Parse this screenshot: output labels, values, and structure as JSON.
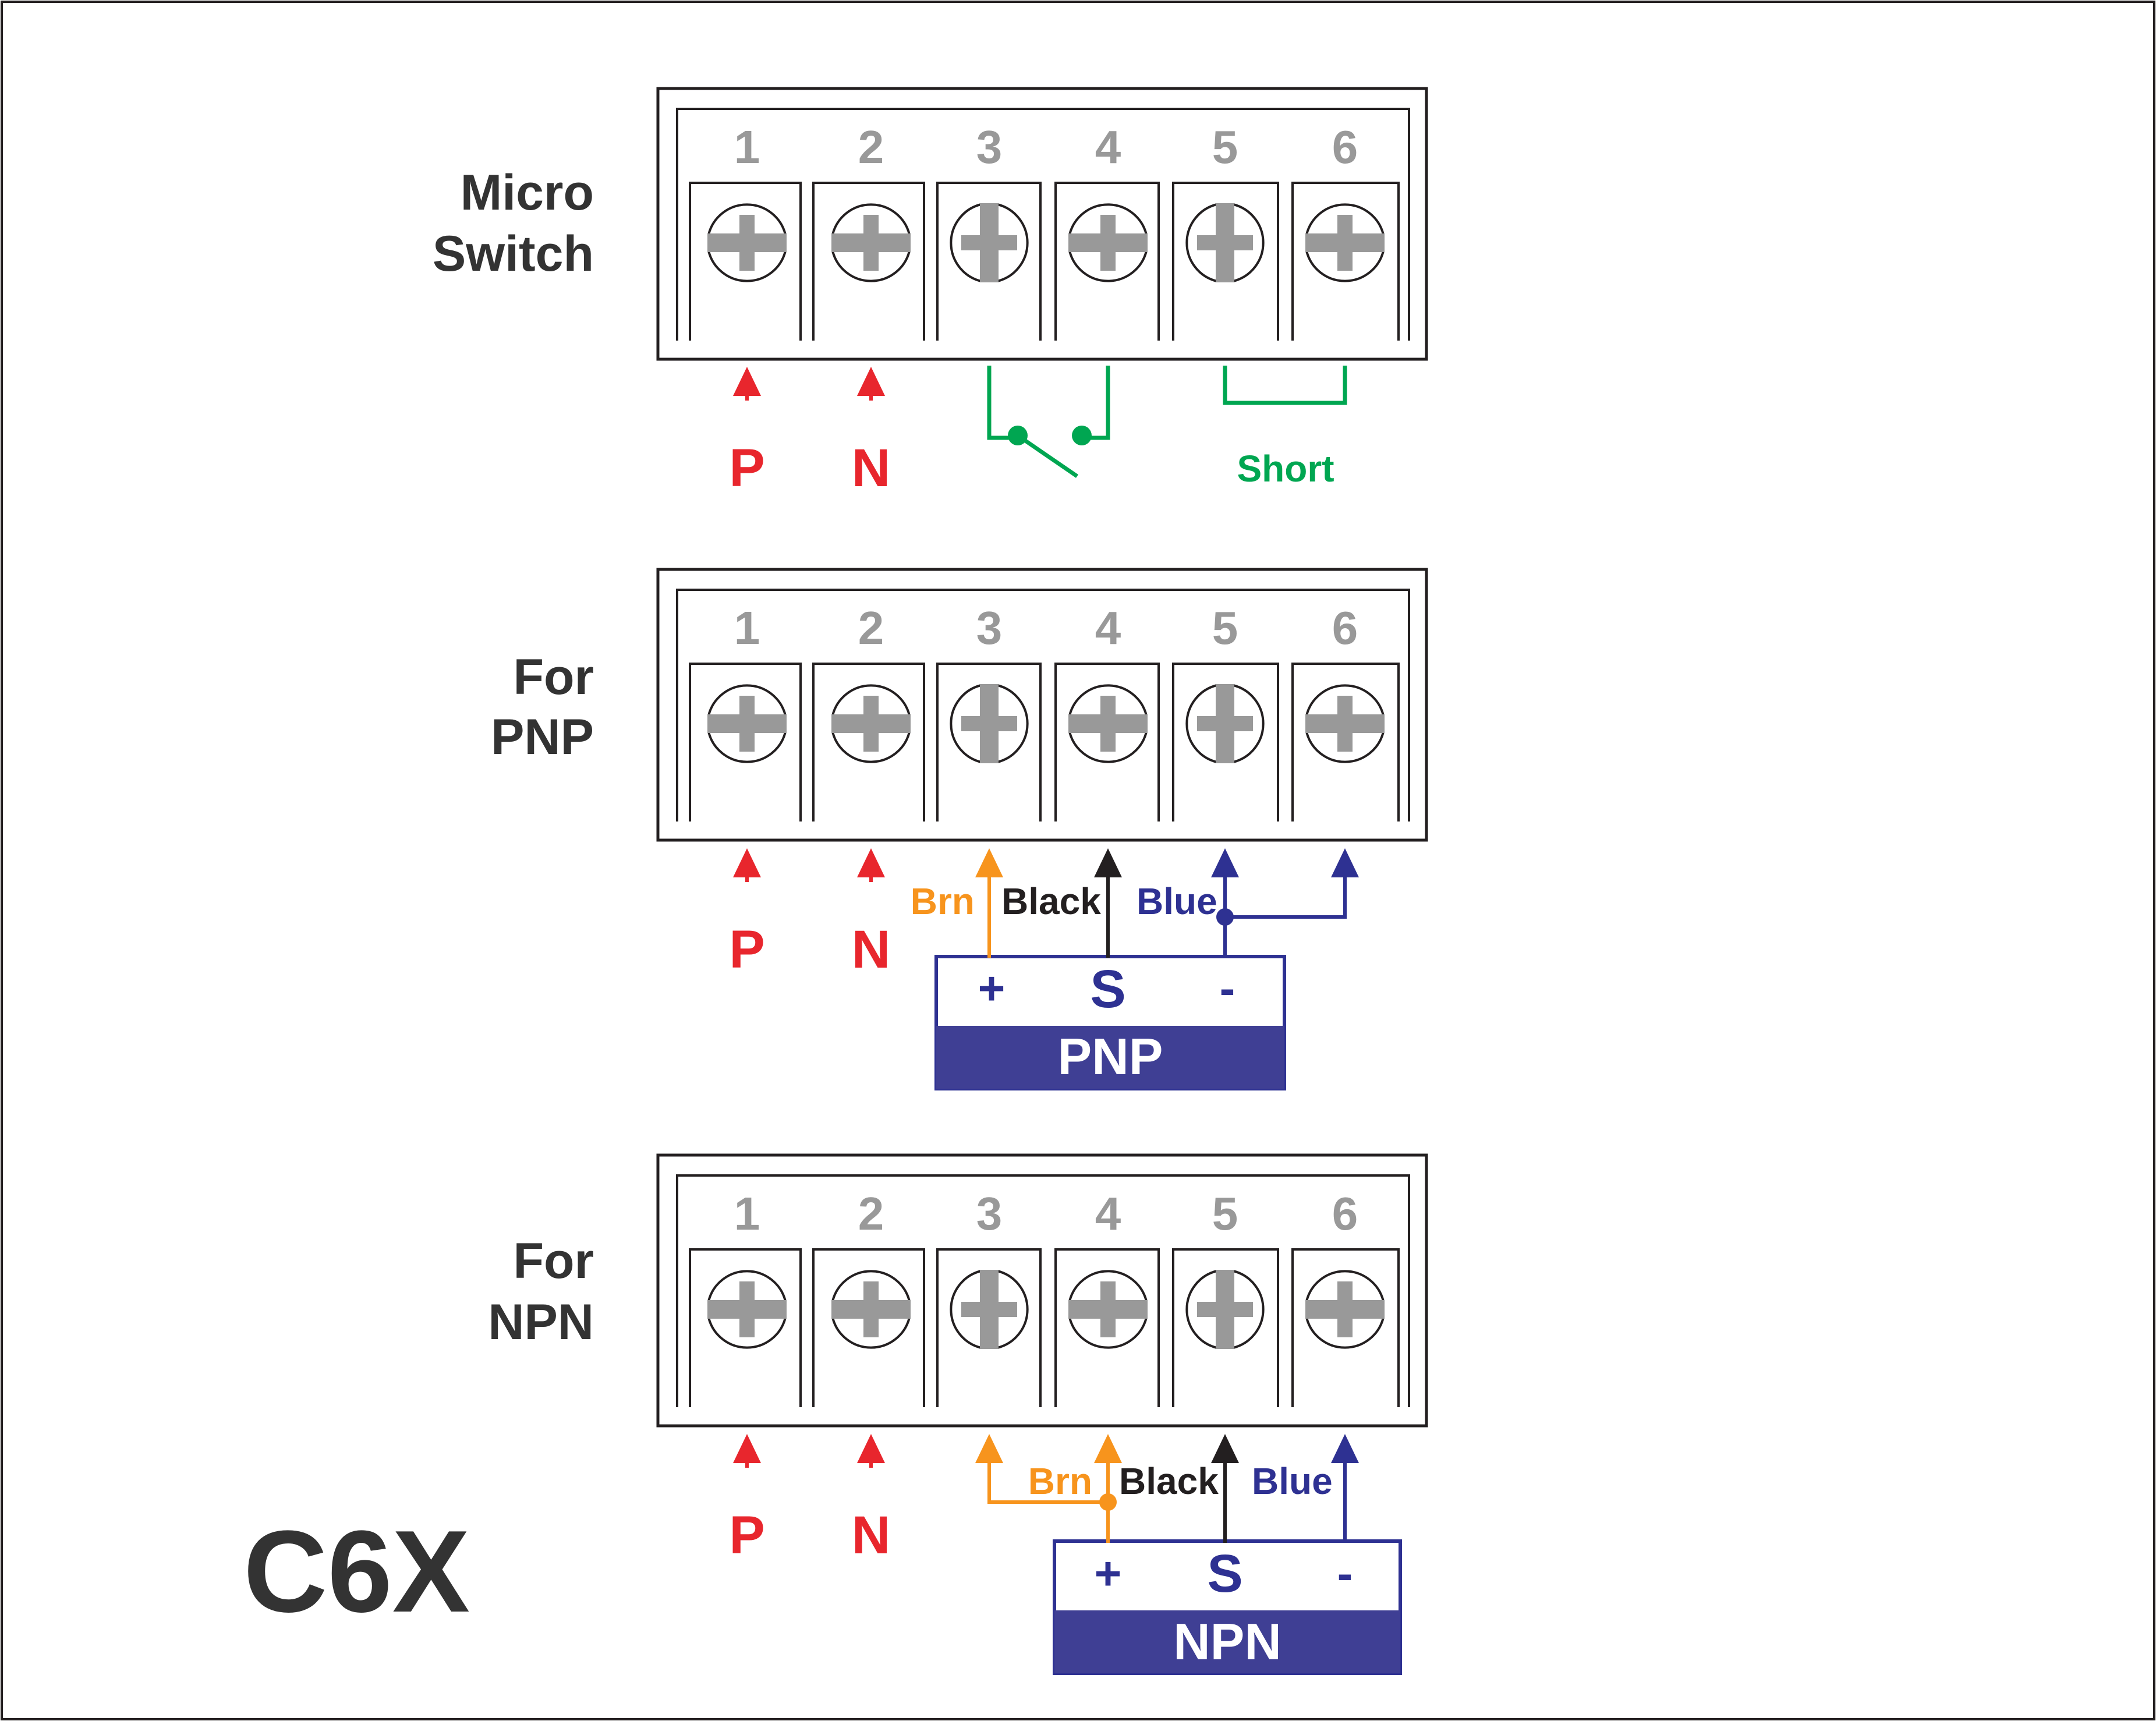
{
  "title": "C6X",
  "terminal_numbers": [
    "1",
    "2",
    "3",
    "4",
    "5",
    "6"
  ],
  "colors": {
    "red": "#e8262d",
    "green": "#00a651",
    "orange": "#f7941d",
    "black": "#231f20",
    "blue": "#2e3192",
    "gray": "#999999",
    "dark_text": "#333333",
    "box_fill": "#3f3f94"
  },
  "panels": [
    {
      "label_line1": "Micro",
      "label_line2": "Switch",
      "power_labels": [
        "P",
        "N"
      ],
      "short_label": "Short"
    },
    {
      "label_line1": "For",
      "label_line2": "PNP",
      "power_labels": [
        "P",
        "N"
      ],
      "wire_labels": {
        "brown": "Brn",
        "black": "Black",
        "blue": "Blue"
      },
      "sensor": {
        "plus": "+",
        "signal": "S",
        "minus": "-",
        "name": "PNP"
      }
    },
    {
      "label_line1": "For",
      "label_line2": "NPN",
      "power_labels": [
        "P",
        "N"
      ],
      "wire_labels": {
        "brown": "Brn",
        "black": "Black",
        "blue": "Blue"
      },
      "sensor": {
        "plus": "+",
        "signal": "S",
        "minus": "-",
        "name": "NPN"
      }
    }
  ]
}
